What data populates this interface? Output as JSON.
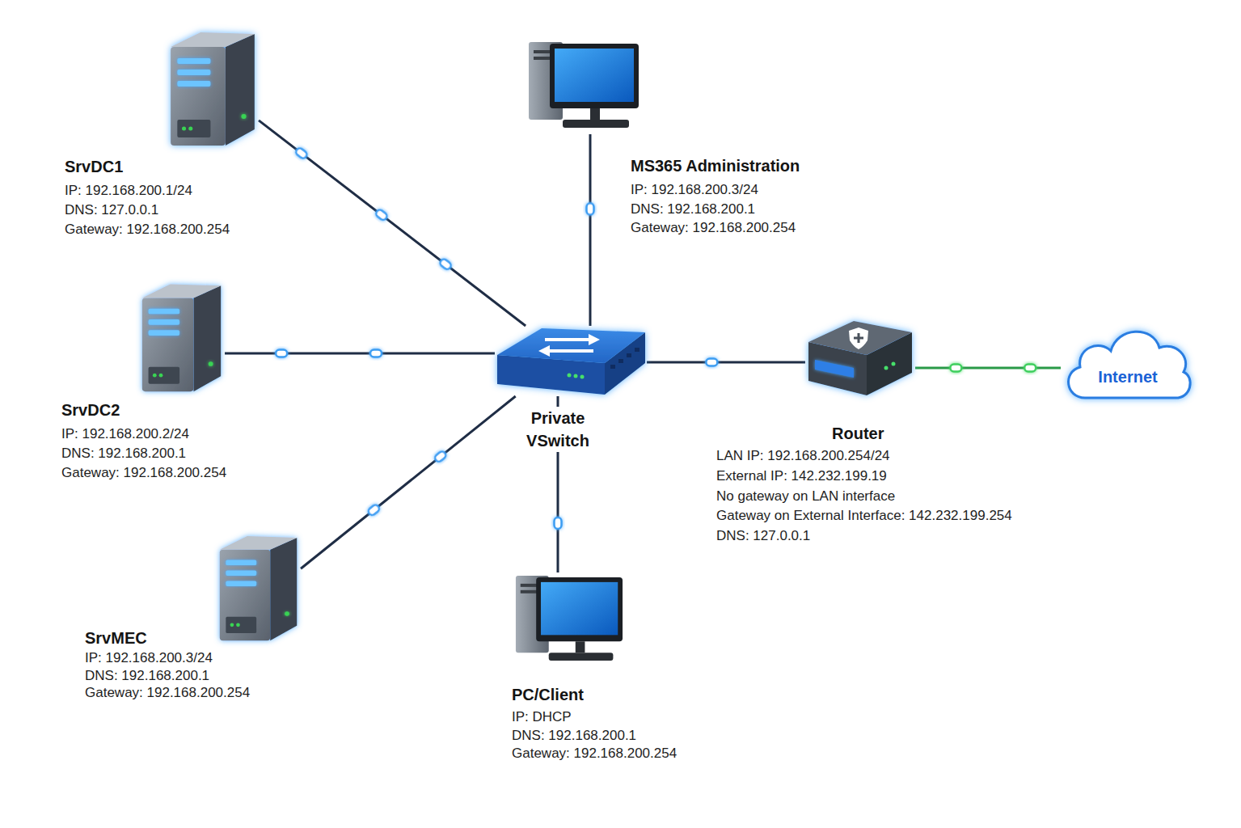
{
  "diagram": {
    "nodes": [
      {
        "text": [
          "SrvDC1",
          "IP: 192.168.200.1/24",
          "DNS: 127.0.0.1",
          "Gateway: 192.168.200.254"
        ]
      },
      {
        "text": [
          "MS365 Administration",
          "IP: 192.168.200.3/24",
          "DNS: 192.168.200.1",
          "Gateway: 192.168.200.254"
        ]
      },
      {
        "text": [
          "SrvDC2",
          "IP: 192.168.200.2/24",
          "DNS: 192.168.200.1",
          "Gateway: 192.168.200.254"
        ]
      },
      {
        "text": [
          "Private VSwitch"
        ]
      },
      {
        "text": [
          "Router",
          "LAN IP: 192.168.200.254/24",
          "External IP: 142.232.199.19",
          "No gateway on LAN interface",
          "Gateway on External Interface: 142.232.199.254",
          "DNS: 127.0.0.1"
        ]
      },
      {
        "text": [
          "Internet"
        ]
      },
      {
        "text": [
          "SrvMEC",
          "IP: 192.168.200.3/24",
          "DNS: 192.168.200.1",
          "Gateway: 192.168.200.254"
        ]
      },
      {
        "text": [
          "PC/Client",
          "IP: DHCP",
          "DNS: 192.168.200.1",
          "Gateway: 192.168.200.254"
        ]
      }
    ],
    "edges": [
      {
        "from": 0,
        "to": 3,
        "arrow": "none"
      },
      {
        "from": 1,
        "to": 3,
        "arrow": "none"
      },
      {
        "from": 2,
        "to": 3,
        "arrow": "none"
      },
      {
        "from": 3,
        "to": 4,
        "arrow": "none"
      },
      {
        "from": 4,
        "to": 5,
        "arrow": "none"
      },
      {
        "from": 6,
        "to": 3,
        "arrow": "none"
      },
      {
        "from": 7,
        "to": 3,
        "arrow": "none"
      }
    ]
  }
}
